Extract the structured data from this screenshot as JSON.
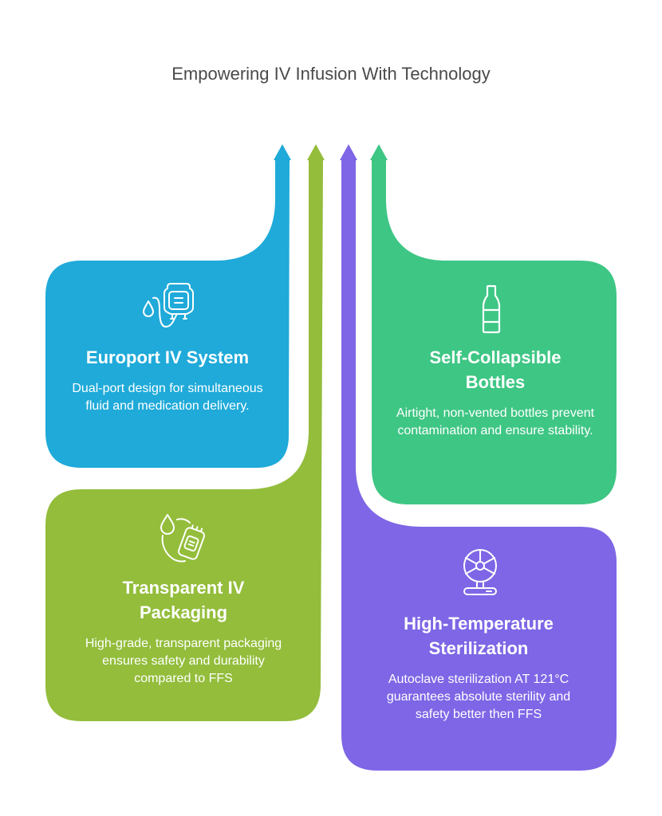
{
  "title": "Empowering IV Infusion With Technology",
  "colors": {
    "blue": "#1faad9",
    "olive": "#93bd3b",
    "purple": "#7e66e6",
    "green": "#3ec684"
  },
  "cards": [
    {
      "id": "europort",
      "color": "blue",
      "icon": "iv-bag-drop-icon",
      "title": "Europort IV System",
      "description": "Dual-port design for simultaneous fluid and medication delivery."
    },
    {
      "id": "collapsible",
      "color": "green",
      "icon": "bottle-icon",
      "title": "Self-Collapsible Bottles",
      "description": "Airtight, non-vented bottles prevent contamination and ensure stability."
    },
    {
      "id": "packaging",
      "color": "olive",
      "icon": "iv-bag-cycle-icon",
      "title": "Transparent IV Packaging",
      "description": "High-grade, transparent packaging ensures safety and durability compared to FFS"
    },
    {
      "id": "sterilization",
      "color": "purple",
      "icon": "autoclave-fan-icon",
      "title": "High-Temperature Sterilization",
      "description": "Autoclave sterilization AT 121°C guarantees absolute sterility and safety better then FFS"
    }
  ]
}
